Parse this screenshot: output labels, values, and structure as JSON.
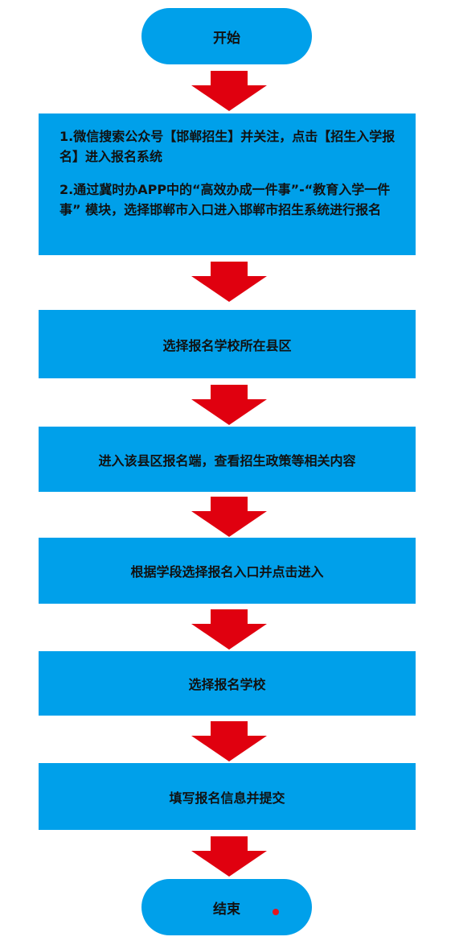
{
  "flowchart": {
    "start": "开始",
    "step1_line1": "1.微信搜索公众号【邯郸招生】并关注，点击【招生入学报名】进入报名系统",
    "step1_line2": "2.通过冀时办APP中的“高效办成一件事”-“教育入学一件事” 模块，选择邯郸市入口进入邯郸市招生系统进行报名",
    "step2": "选择报名学校所在县区",
    "step3": "进入该县区报名端，查看招生政策等相关内容",
    "step4": "根据学段选择报名入口并点击进入",
    "step5": "选择报名学校",
    "step6": "填写报名信息并提交",
    "end": "结束"
  },
  "colors": {
    "node_fill": "#00a0ea",
    "arrow_fill": "#e0000f",
    "marker_dot": "#e8141c"
  }
}
